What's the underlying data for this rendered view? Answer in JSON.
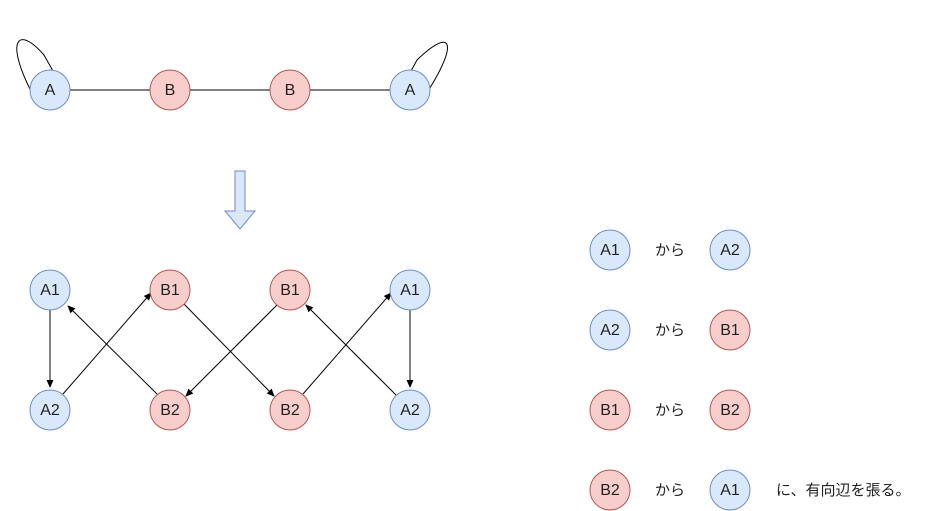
{
  "colors": {
    "a_fill": "#dae8fc",
    "a_stroke": "#6c8ebf",
    "b_fill": "#f8cecc",
    "b_stroke": "#b85450",
    "edge": "#000000",
    "arrow_fill": "#dae8fc",
    "arrow_stroke": "#6c8ebf"
  },
  "top_graph": {
    "nodes": [
      "A",
      "B",
      "B",
      "A"
    ]
  },
  "transform_arrow_icon": "down-arrow-icon",
  "bottom_graph": {
    "top_row": [
      "A1",
      "B1",
      "B1",
      "A1"
    ],
    "bottom_row": [
      "A2",
      "B2",
      "B2",
      "A2"
    ]
  },
  "rules": [
    {
      "from": "A1",
      "connector": "から",
      "to": "A2",
      "suffix": ""
    },
    {
      "from": "A2",
      "connector": "から",
      "to": "B1",
      "suffix": ""
    },
    {
      "from": "B1",
      "connector": "から",
      "to": "B2",
      "suffix": ""
    },
    {
      "from": "B2",
      "connector": "から",
      "to": "A1",
      "suffix": "に、有向辺を張る。"
    }
  ]
}
